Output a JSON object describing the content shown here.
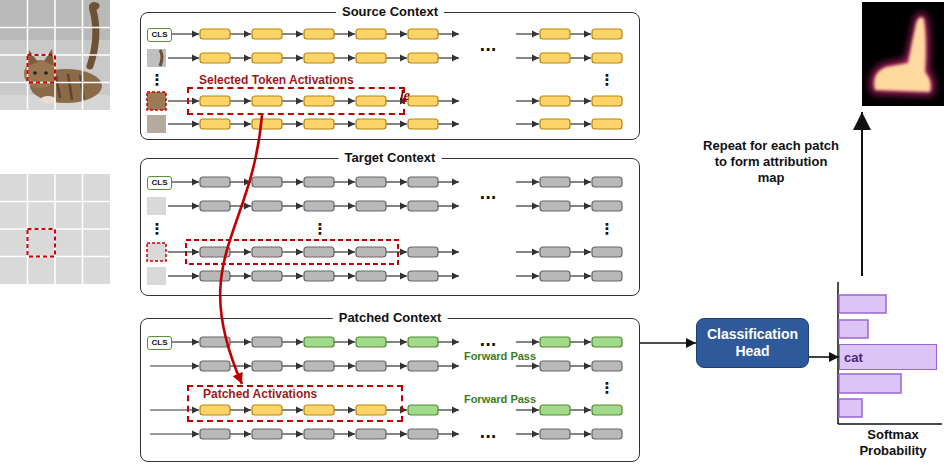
{
  "diagram": {
    "nodes": [
      {
        "text": [
          "Source Context"
        ]
      },
      {
        "text": [
          "CLS"
        ],
        "in": 0
      },
      {
        "text": [
          "Selected Token Activations"
        ],
        "in": 0
      },
      {
        "text": [
          "Target Context"
        ]
      },
      {
        "text": [
          "CLS"
        ],
        "in": 3
      },
      {
        "text": [
          "Patched Context"
        ]
      },
      {
        "text": [
          "CLS"
        ],
        "in": 5
      },
      {
        "text": [
          "Patched Activations"
        ],
        "in": 5
      },
      {
        "text": [
          "Classification Head"
        ]
      },
      {
        "text": [
          "cat"
        ]
      }
    ],
    "edges": [
      {
        "from": 2,
        "to": 7,
        "arrow": "to"
      },
      {
        "from": 5,
        "to": 8,
        "arrow": "to"
      },
      {
        "from": 8,
        "to": 9,
        "arrow": "to"
      }
    ],
    "labels": [
      "le",
      "⋮",
      "...",
      "⋮",
      "⋮",
      "...",
      "⋮",
      "⋮",
      "...",
      "Forward Pass",
      "⋮",
      "Forward Pass",
      "...",
      "Repeat for each patch to form attribution map",
      "Softmax Probability"
    ]
  }
}
